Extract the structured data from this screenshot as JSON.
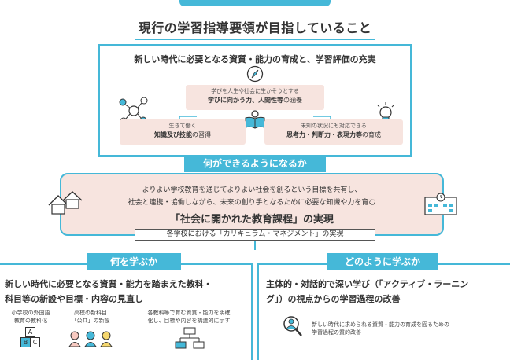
{
  "main_title": "現行の学習指導要領が目指していること",
  "top_section": {
    "title": "新しい時代に必要となる資質・能力の育成と、学習評価の充実",
    "pillar_center": {
      "line1": "学びを人生や社会に生かそうとする",
      "bold": "学びに向かう力、人間性等",
      "rest": "の涵養"
    },
    "pillar_left": {
      "line1": "生きて働く",
      "bold": "知識及び技能",
      "rest": "の習得"
    },
    "pillar_right": {
      "line1": "未知の状況にも対応できる",
      "bold": "思考力・判断力・表現力等",
      "rest": "の育成"
    }
  },
  "banner_can_do": "何ができるようになるか",
  "middle_section": {
    "line1": "よりよい学校教育を通じてよりよい社会を創るという目標を共有し、",
    "line2": "社会と連携・協働しながら、未来の創り手となるために必要な知識や力を育む",
    "title": "「社会に開かれた教育課程」の実現",
    "curriculum_management": "各学校における「カリキュラム・マネジメント」の実現"
  },
  "left_section": {
    "banner": "何を学ぶか",
    "title_line1": "新しい時代に必要となる資質・能力を踏まえた教科・",
    "title_line2": "科目等の新設や目標・内容の見直し",
    "item1": {
      "line1": "小学校の外国語",
      "line2": "教育の教科化",
      "block_a": "A",
      "block_b": "B",
      "block_c": "C"
    },
    "item2": {
      "line1": "高校の新科目",
      "line2": "「公共」の新設"
    },
    "item3": {
      "line1": "各教科等で育む資質・能力を明確",
      "line2": "化し、目標や内容を構造的に示す"
    }
  },
  "right_section": {
    "banner": "どのように学ぶか",
    "title_line1": "主体的・対話的で深い学び（「アクティブ・ラーニン",
    "title_line2": "グ」）の視点からの学習過程の改善",
    "desc_line1": "新しい時代に求められる資質・能力の育成を図るための",
    "desc_line2": "学習過程の質的改善"
  },
  "colors": {
    "accent": "#45b8d8",
    "pink": "#f7e4df",
    "text": "#333333"
  },
  "icons": [
    "compass-icon",
    "open-book-icon",
    "network-brain-icon",
    "lightbulb-icon",
    "houses-icon",
    "school-building-icon",
    "abc-blocks-icon",
    "three-people-icon",
    "flowchart-icon",
    "magnifier-person-icon"
  ]
}
